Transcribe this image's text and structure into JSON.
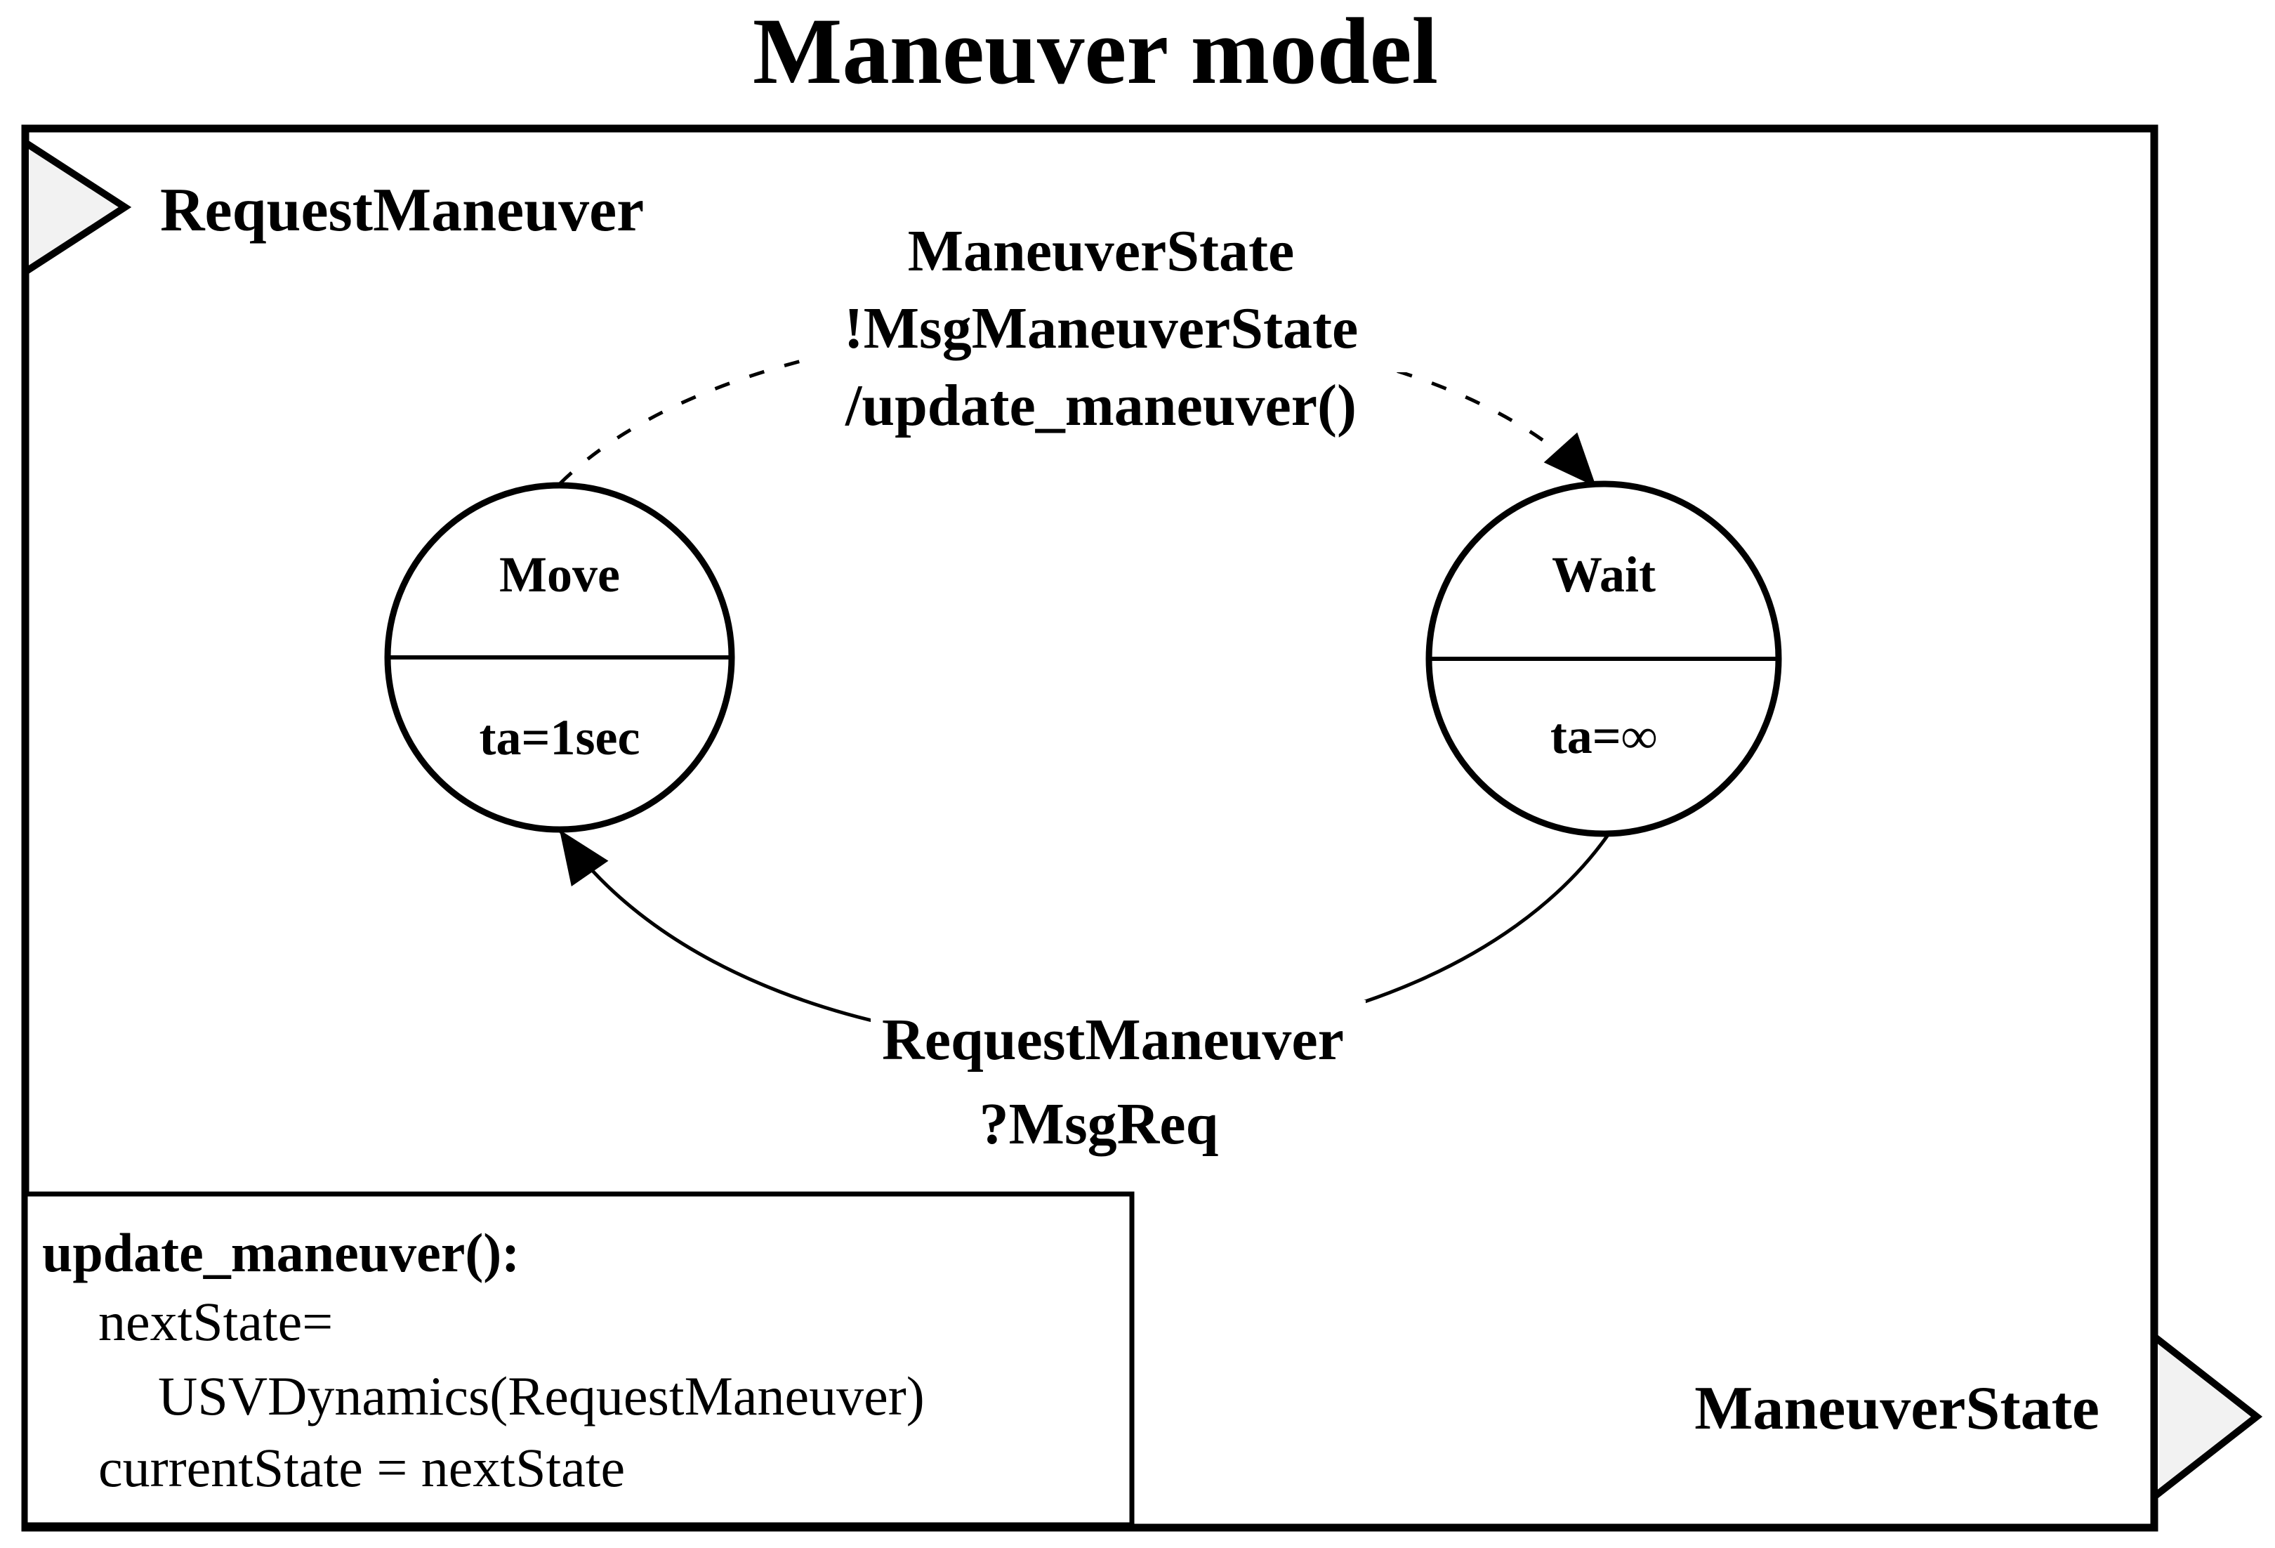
{
  "figure": {
    "title": "Maneuver model"
  },
  "model": {
    "input_port": {
      "label": "RequestManeuver"
    },
    "output_port": {
      "label": "ManeuverState"
    },
    "states": {
      "move": {
        "name": "Move",
        "ta": "ta=1sec"
      },
      "wait": {
        "name": "Wait",
        "ta": "ta=∞"
      }
    },
    "transitions": {
      "move_to_wait": {
        "style": "dashed",
        "label_lines": [
          "ManeuverState",
          "!MsgManeuverState",
          "/update_maneuver()"
        ]
      },
      "wait_to_move": {
        "style": "solid",
        "label_lines": [
          "RequestManeuver",
          "?MsgReq"
        ]
      }
    },
    "code_box": {
      "title_line": "update_maneuver():",
      "body_lines": [
        "nextState=",
        "USVDynamics(RequestManeuver)",
        "currentState = nextState"
      ]
    },
    "colors": {
      "ink": "#000000",
      "port_fill": "#f2f2f2",
      "background": "#ffffff"
    }
  }
}
